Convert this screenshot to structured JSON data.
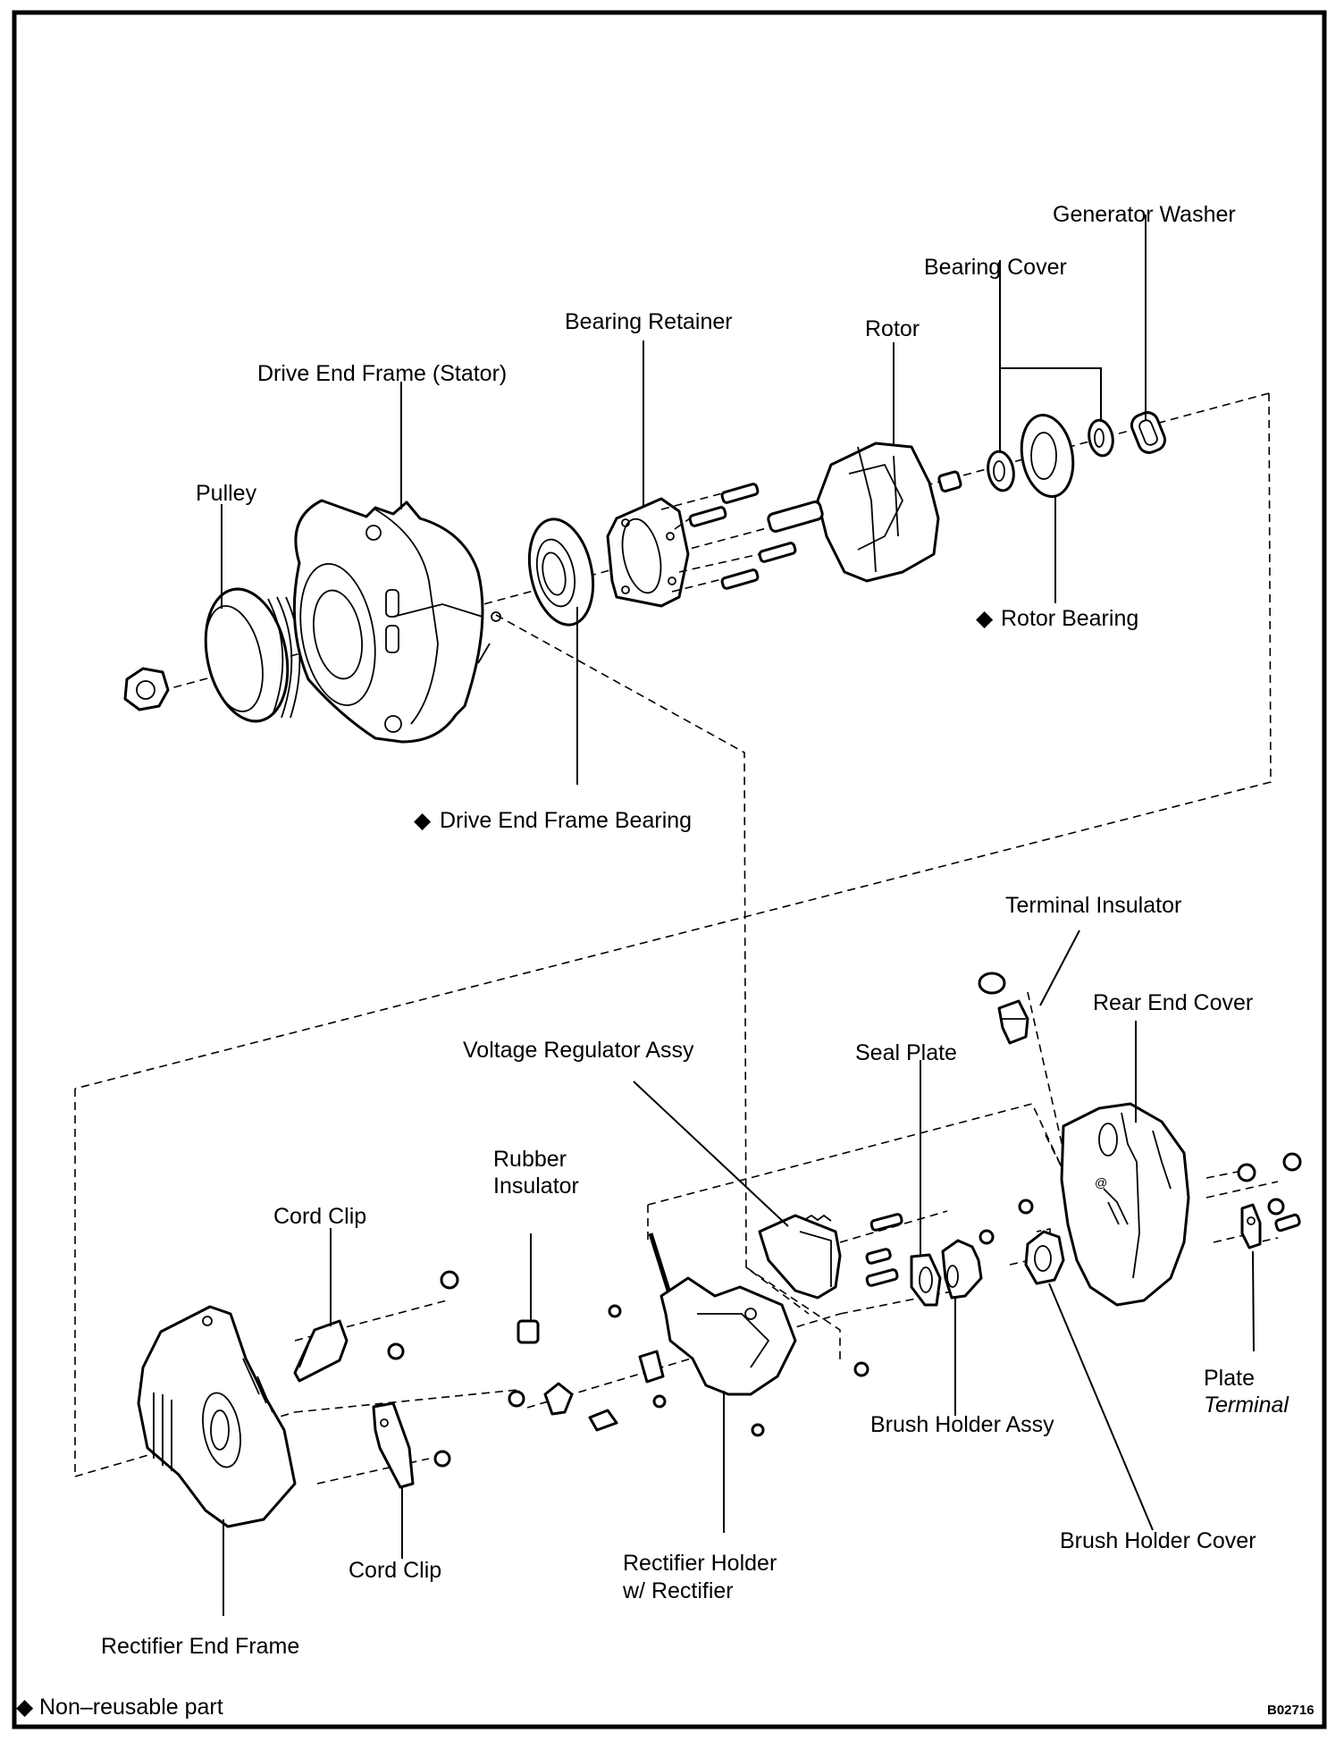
{
  "diagram": {
    "type": "exploded parts view",
    "subject": "Alternator (Generator)",
    "figure_code": "B02716",
    "legend": {
      "symbol": "◆",
      "text": "Non–reusable part"
    },
    "labels": {
      "generator_washer": "Generator Washer",
      "bearing_cover": "Bearing Cover",
      "bearing_retainer": "Bearing Retainer",
      "rotor": "Rotor",
      "drive_end_frame": "Drive End Frame (Stator)",
      "pulley": "Pulley",
      "rotor_bearing": "Rotor Bearing",
      "drive_end_frame_bearing": "Drive End Frame Bearing",
      "terminal_insulator": "Terminal Insulator",
      "rear_end_cover": "Rear End Cover",
      "voltage_regulator_assy": "Voltage Regulator Assy",
      "seal_plate": "Seal Plate",
      "rubber_insulator_line1": "Rubber",
      "rubber_insulator_line2": "Insulator",
      "cord_clip_upper": "Cord Clip",
      "cord_clip_lower": "Cord Clip",
      "plate_terminal_line1": "Plate",
      "plate_terminal_line2": "Terminal",
      "brush_holder_assy": "Brush Holder Assy",
      "brush_holder_cover": "Brush Holder Cover",
      "rectifier_holder_line1": "Rectifier Holder",
      "rectifier_holder_line2": "w/ Rectifier",
      "rectifier_end_frame": "Rectifier End Frame"
    },
    "non_reusable_parts": [
      "Rotor Bearing",
      "Drive End Frame Bearing"
    ]
  }
}
